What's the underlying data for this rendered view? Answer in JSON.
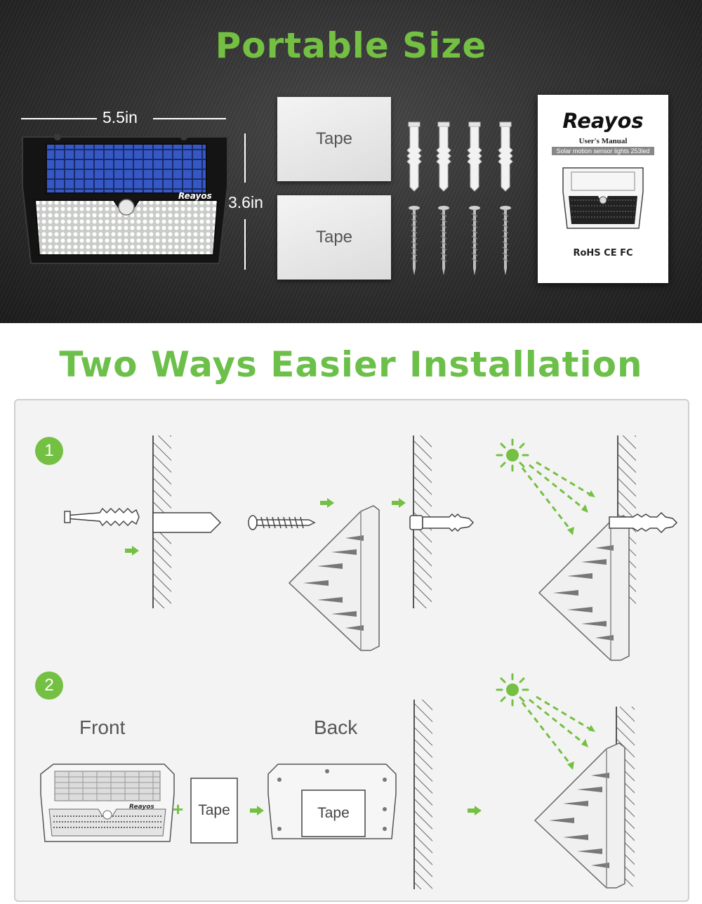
{
  "top": {
    "title": "Portable Size",
    "width_label": "5.5in",
    "height_label": "3.6in",
    "light_brand": "Reayos",
    "tape_1": "Tape",
    "tape_2": "Tape",
    "manual": {
      "brand": "Reayos",
      "title": "User's Manual",
      "subtitle": "Solar motion sensor lights 253led",
      "certifications": "RoHS CE FC"
    }
  },
  "bottom": {
    "title": "Two Ways Easier Installation",
    "step_1": "1",
    "step_2": "2",
    "front_label": "Front",
    "back_label": "Back",
    "front_brand": "Reayos",
    "tape_label_1": "Tape",
    "tape_label_2": "Tape",
    "plus": "+"
  },
  "colors": {
    "accent_green": "#74c043",
    "dark_bg": "#2f2f2f",
    "panel_bg": "#f3f3f3",
    "solar_blue": "#2c4aa8"
  }
}
